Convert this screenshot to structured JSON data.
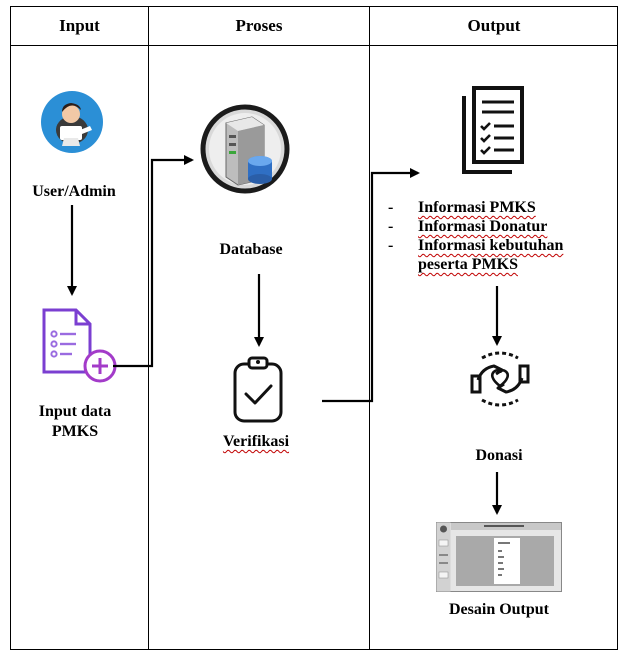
{
  "columns": {
    "input": "Input",
    "proses": "Proses",
    "output": "Output"
  },
  "input_col": {
    "user_label": "User/Admin",
    "input_label_line1": "Input data",
    "input_label_line2": "PMKS"
  },
  "proses_col": {
    "database_label": "Database",
    "verifikasi_label": "Verifikasi"
  },
  "output_col": {
    "items": [
      {
        "prefix": "-",
        "text": "Informasi PMKS"
      },
      {
        "prefix": "-",
        "text": "Informasi Donatur"
      },
      {
        "prefix": "-",
        "text": "Informasi kebutuhan peserta PMKS"
      }
    ],
    "donasi_label": "Donasi",
    "desain_label": "Desain Output"
  },
  "colors": {
    "user_circle": "#2b8fd6",
    "document_icon": "#7b3fd1",
    "server_ring": "#222222",
    "database_blue": "#2f6fc4"
  }
}
